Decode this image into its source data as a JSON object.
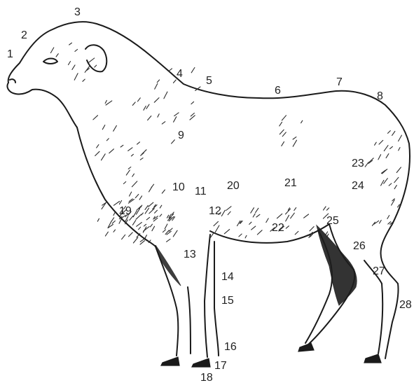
{
  "diagram": {
    "labels": [
      "1",
      "2",
      "3",
      "4",
      "5",
      "6",
      "7",
      "8",
      "9",
      "10",
      "11",
      "12",
      "13",
      "14",
      "15",
      "16",
      "17",
      "18",
      "19",
      "20",
      "21",
      "22",
      "23",
      "24",
      "25",
      "26",
      "27",
      "28"
    ]
  },
  "colors": {
    "ink": "#1a1a1a",
    "paper": "#ffffff"
  }
}
